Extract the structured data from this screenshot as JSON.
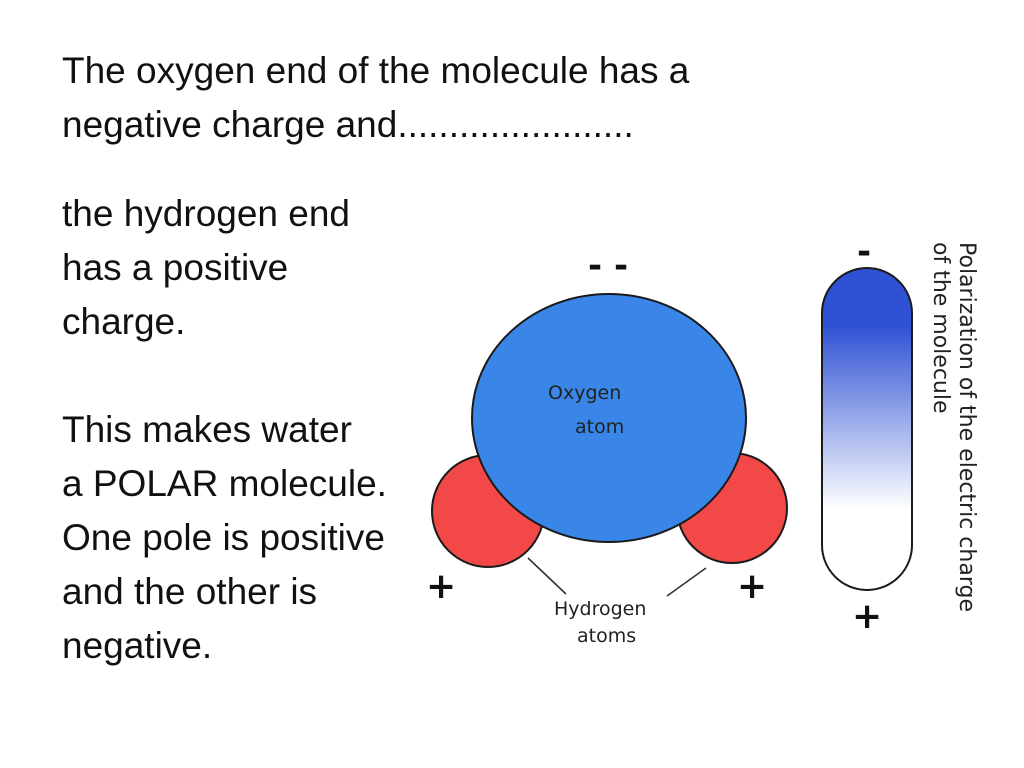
{
  "slide": {
    "heading": "The oxygen end of the molecule has a\nnegative charge and.......................",
    "body": "the hydrogen end\nhas a positive\ncharge.\n\nThis makes water\na POLAR molecule.\nOne pole is positive\nand the other is\nnegative."
  },
  "diagram": {
    "oxygen_label_line1": "Oxygen",
    "oxygen_label_line2": "atom",
    "hydrogen_label_line1": "Hydrogen",
    "hydrogen_label_line2": "atoms",
    "oxygen_charge": "- -",
    "left_hydrogen_charge": "+",
    "right_hydrogen_charge": "+",
    "bar_top_charge": "-",
    "bar_bottom_charge": "+",
    "bar_caption_line1": "Polarization of the electric charge",
    "bar_caption_line2": "of the molecule",
    "colors": {
      "oxygen": "#3a86e8",
      "hydrogen": "#f24848",
      "gradient_top": "#2f52d4",
      "gradient_bottom": "#ffffff"
    }
  }
}
